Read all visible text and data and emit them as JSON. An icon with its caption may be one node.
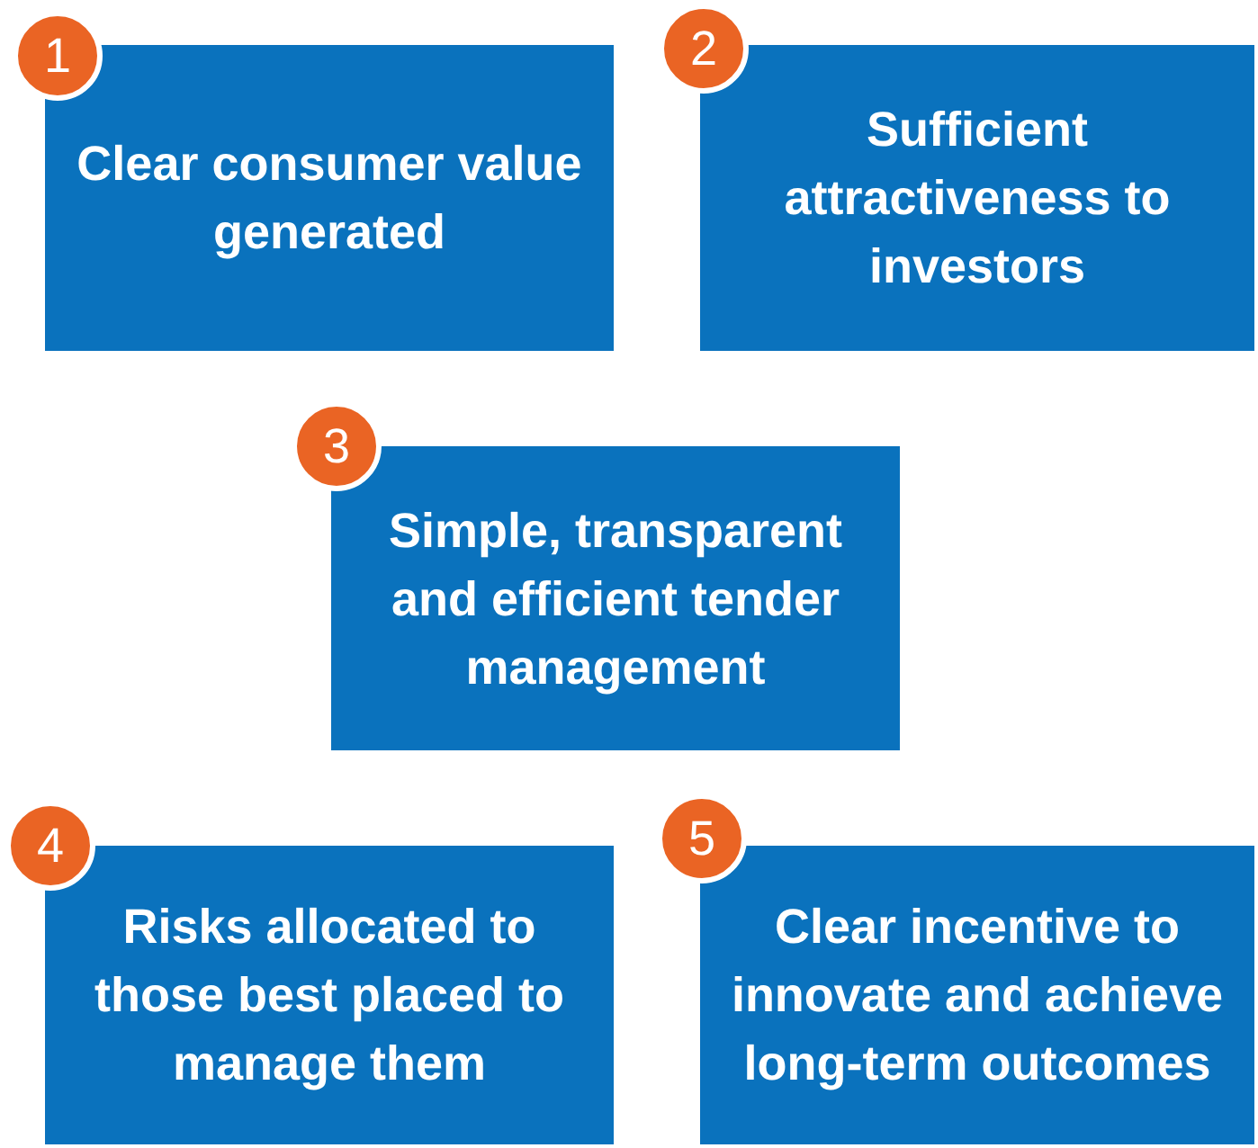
{
  "diagram": {
    "nodes": [
      {
        "text": [
          "1"
        ]
      },
      {
        "text": [
          "Clear consumer value generated"
        ]
      },
      {
        "text": [
          "2"
        ]
      },
      {
        "text": [
          "Sufficient attractiveness to investors"
        ]
      },
      {
        "text": [
          "3"
        ]
      },
      {
        "text": [
          "Simple, transparent and efficient tender management"
        ]
      },
      {
        "text": [
          "4"
        ]
      },
      {
        "text": [
          "Risks allocated to those best placed to manage them"
        ]
      },
      {
        "text": [
          "5"
        ]
      },
      {
        "text": [
          "Clear incentive to innovate and achieve long-term outcomes"
        ]
      }
    ]
  }
}
